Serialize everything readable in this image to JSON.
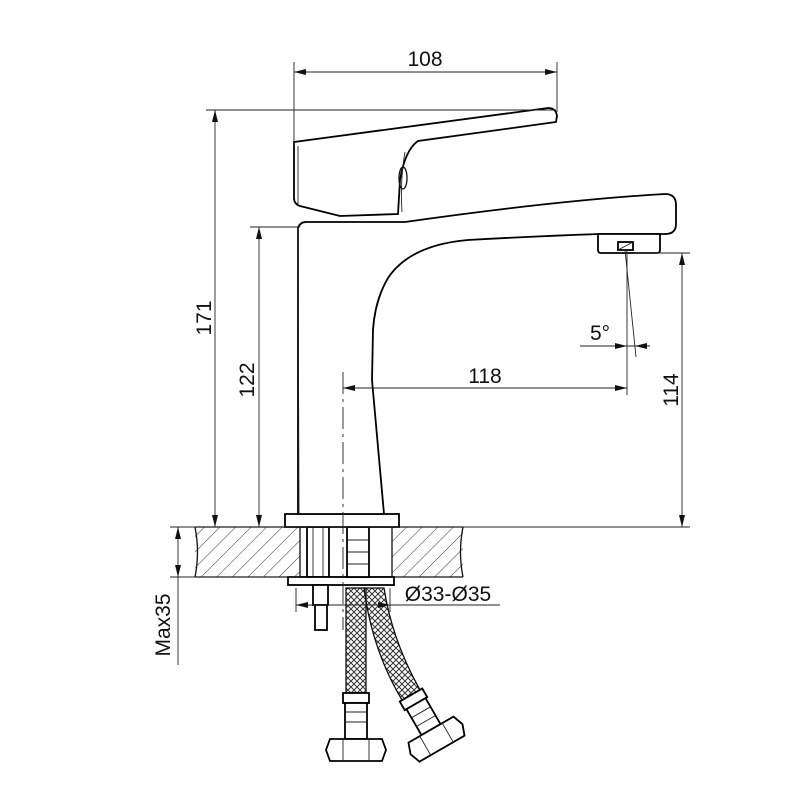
{
  "dimensions": {
    "width_top": "108",
    "height_total": "171",
    "height_body": "122",
    "spout_reach": "118",
    "spout_height": "114",
    "aerator_angle": "5°",
    "hole_diameter": "Ø33-Ø35",
    "counter_thickness": "Max35"
  }
}
